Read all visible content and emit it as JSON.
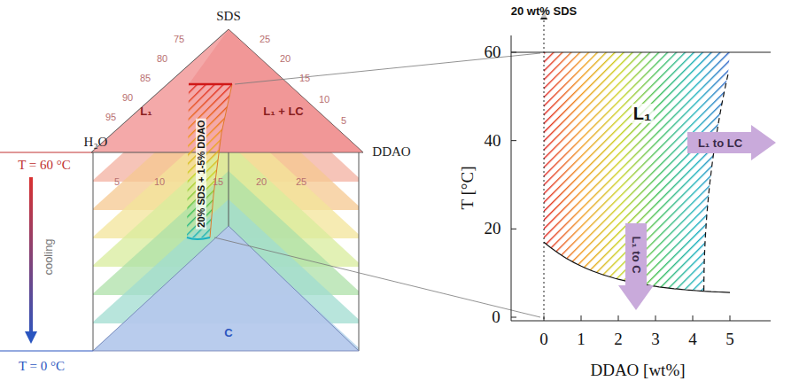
{
  "diagram": {
    "nodes": [
      {
        "text": [
          "L₁ to LC"
        ]
      },
      {
        "text": [
          "L₁ to C"
        ]
      }
    ],
    "labels": [
      "SDS",
      "75",
      "80",
      "85",
      "90",
      "95",
      "25",
      "20",
      "15",
      "10",
      "5",
      "L₁",
      "L₁ + LC",
      "H₂O",
      "DDAO",
      "T = 60 °C",
      "5",
      "10",
      "15",
      "20",
      "25",
      "20% SDS + 1-5% DDAO",
      "cooling",
      "C",
      "T = 0 °C",
      "20 wt% SDS",
      "60",
      "40",
      "20",
      "0",
      "T [°C]",
      "L₁",
      "0",
      "1",
      "2",
      "3",
      "4",
      "5",
      "DDAO [wt%]"
    ]
  }
}
